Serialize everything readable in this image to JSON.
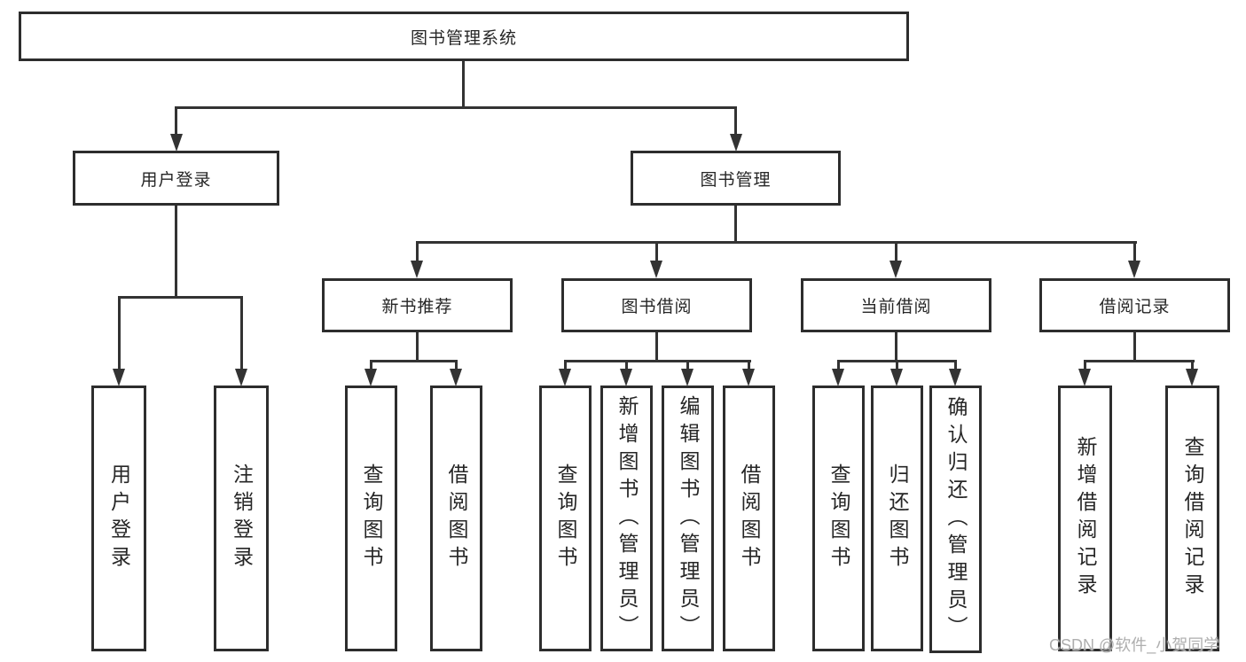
{
  "tree": {
    "label": "图书管理系统",
    "children": [
      {
        "label": "用户登录",
        "children": [
          {
            "label": "用户登录"
          },
          {
            "label": "注销登录"
          }
        ]
      },
      {
        "label": "图书管理",
        "children": [
          {
            "label": "新书推荐",
            "children": [
              {
                "label": "查询图书"
              },
              {
                "label": "借阅图书"
              }
            ]
          },
          {
            "label": "图书借阅",
            "children": [
              {
                "label": "查询图书"
              },
              {
                "label": "新增图书（管理员）"
              },
              {
                "label": "编辑图书（管理员）"
              },
              {
                "label": "借阅图书"
              }
            ]
          },
          {
            "label": "当前借阅",
            "children": [
              {
                "label": "查询图书"
              },
              {
                "label": "归还图书"
              },
              {
                "label": "确认归还（管理员）"
              }
            ]
          },
          {
            "label": "借阅记录",
            "children": [
              {
                "label": "新增借阅记录"
              },
              {
                "label": "查询借阅记录"
              }
            ]
          }
        ]
      }
    ]
  },
  "watermark": "CSDN @软件_小贺同学",
  "colors": {
    "line": "#333333",
    "box_border": "#2d2d2d",
    "text": "#262626",
    "watermark": "#aeaeae",
    "background": "#ffffff"
  }
}
